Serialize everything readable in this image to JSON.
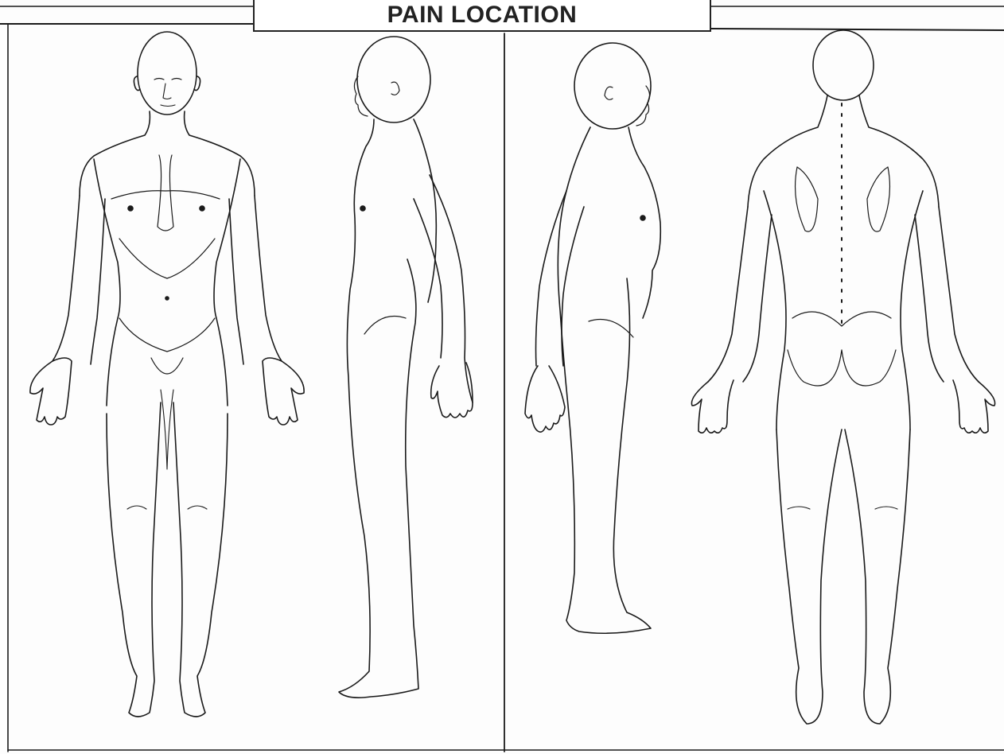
{
  "form": {
    "title": "PAIN LOCATION"
  },
  "figures": [
    {
      "view": "front"
    },
    {
      "view": "left-side"
    },
    {
      "view": "right-side"
    },
    {
      "view": "back"
    }
  ],
  "colors": {
    "line": "#1a1a1a",
    "paper": "#fdfdfd"
  }
}
